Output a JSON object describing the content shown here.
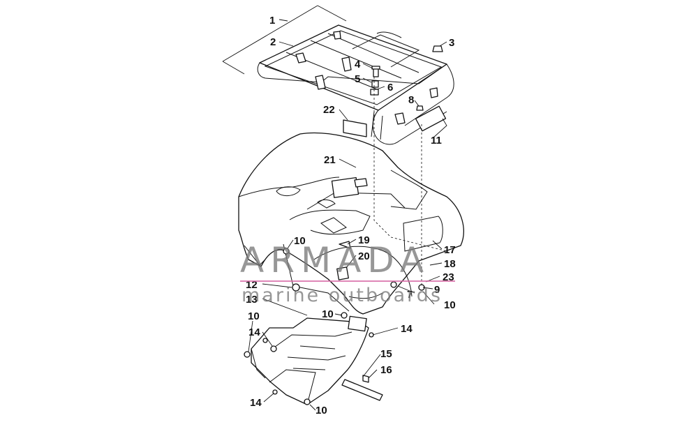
{
  "diagram": {
    "callouts": [
      "1",
      "2",
      "3",
      "4",
      "5",
      "6",
      "8",
      "22",
      "11",
      "21",
      "10",
      "19",
      "20",
      "17",
      "18",
      "23",
      "9",
      "10",
      "7",
      "12",
      "13",
      "10",
      "10",
      "14",
      "14",
      "15",
      "16",
      "14",
      "10"
    ]
  },
  "watermark": {
    "brand": "ARMADA",
    "tagline": "marine outboards",
    "accent_color": "#d86aa6"
  }
}
